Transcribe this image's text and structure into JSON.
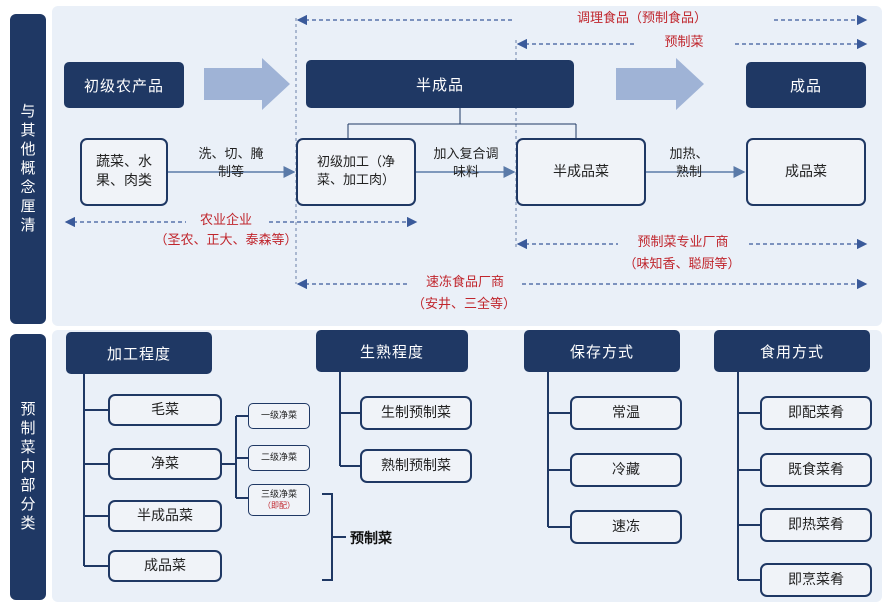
{
  "sidebar_top": "与其他概念厘清",
  "sidebar_bottom": "预制菜内部分类",
  "top": {
    "band_raw": "初级农产品",
    "band_semi": "半成品",
    "band_final": "成品",
    "node_raw": "蔬菜、水果、肉类",
    "node_primary": "初级加工（净菜、加工肉）",
    "node_semi": "半成品菜",
    "node_final": "成品菜",
    "arrow1": "洗、切、腌制等",
    "arrow2": "加入复合调味料",
    "arrow3": "加热、熟制",
    "range_seasoned": "调理食品（预制食品）",
    "range_prepared": "预制菜",
    "range_agri_title": "农业企业",
    "range_agri_examples": "（圣农、正大、泰森等）",
    "range_maker_title": "预制菜专业厂商",
    "range_maker_examples": "（味知香、聪厨等）",
    "range_frozen_title": "速冻食品厂商",
    "range_frozen_examples": "（安井、三全等）"
  },
  "categories": {
    "processing": {
      "title": "加工程度",
      "items": [
        "毛菜",
        "净菜",
        "半成品菜",
        "成品菜"
      ],
      "sub_items": [
        "一级净菜",
        "二级净菜",
        "三级净菜"
      ],
      "sub_note": "（即配）",
      "bracket_label": "预制菜"
    },
    "cooking": {
      "title": "生熟程度",
      "items": [
        "生制预制菜",
        "熟制预制菜"
      ]
    },
    "storage": {
      "title": "保存方式",
      "items": [
        "常温",
        "冷藏",
        "速冻"
      ]
    },
    "usage": {
      "title": "食用方式",
      "items": [
        "即配菜肴",
        "既食菜肴",
        "即热菜肴",
        "即烹菜肴"
      ]
    }
  },
  "colors": {
    "navy": "#1f3864",
    "red_text": "#c0262d",
    "panel": "#eaf0f8",
    "dashed": "#3a5a9a"
  }
}
